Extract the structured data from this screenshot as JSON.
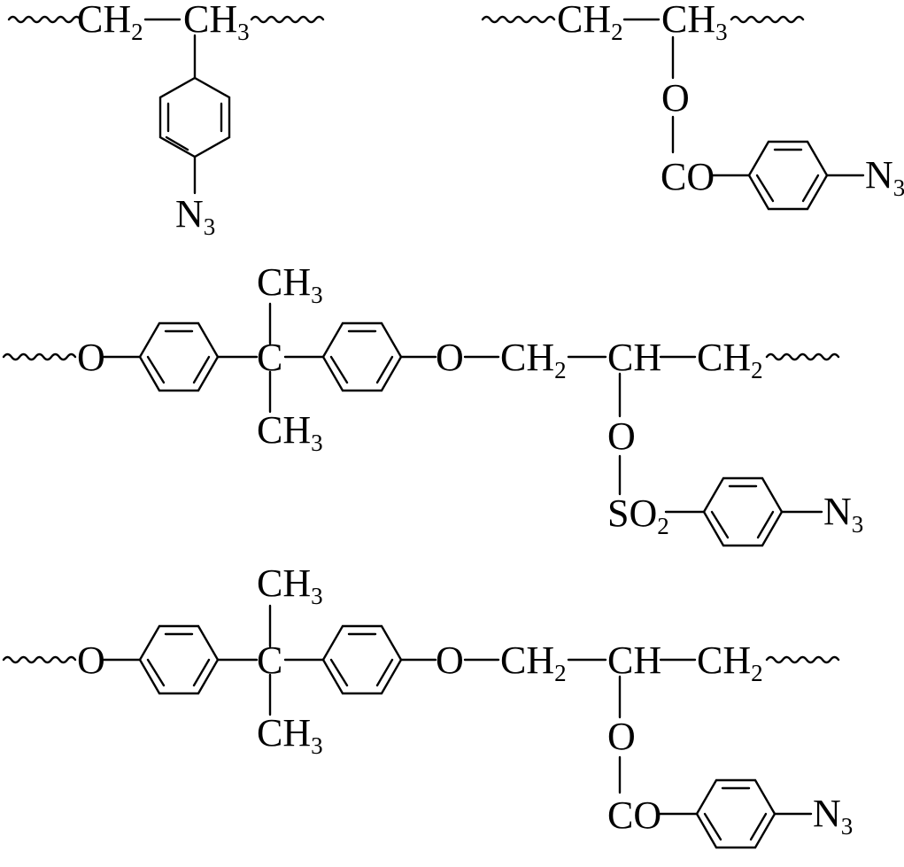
{
  "diagram": {
    "structure_1": {
      "backbone": [
        {
          "base": "CH",
          "sub": "2"
        },
        {
          "base": "CH",
          "sub": "3"
        }
      ],
      "pendant": {
        "base": "N",
        "sub": "3"
      }
    },
    "structure_2": {
      "backbone": [
        {
          "base": "CH",
          "sub": "2"
        },
        {
          "base": "CH",
          "sub": "3"
        }
      ],
      "link_oxygen": "O",
      "carbonyl": "CO",
      "pendant": {
        "base": "N",
        "sub": "3"
      }
    },
    "structure_3": {
      "chain_start_oxygen": "O",
      "quaternary_carbon": "C",
      "methyl_top": {
        "base": "CH",
        "sub": "3"
      },
      "methyl_bottom": {
        "base": "CH",
        "sub": "3"
      },
      "ether_oxygen": "O",
      "ch2_left": {
        "base": "CH",
        "sub": "2"
      },
      "ch": "CH",
      "ch2_right": {
        "base": "CH",
        "sub": "2"
      },
      "side_oxygen": "O",
      "sulfonyl": {
        "base": "SO",
        "sub": "2"
      },
      "pendant": {
        "base": "N",
        "sub": "3"
      }
    },
    "structure_4": {
      "chain_start_oxygen": "O",
      "quaternary_carbon": "C",
      "methyl_top": {
        "base": "CH",
        "sub": "3"
      },
      "methyl_bottom": {
        "base": "CH",
        "sub": "3"
      },
      "ether_oxygen": "O",
      "ch2_left": {
        "base": "CH",
        "sub": "2"
      },
      "ch": "CH",
      "ch2_right": {
        "base": "CH",
        "sub": "2"
      },
      "side_oxygen": "O",
      "carbonyl": "CO",
      "pendant": {
        "base": "N",
        "sub": "3"
      }
    }
  }
}
